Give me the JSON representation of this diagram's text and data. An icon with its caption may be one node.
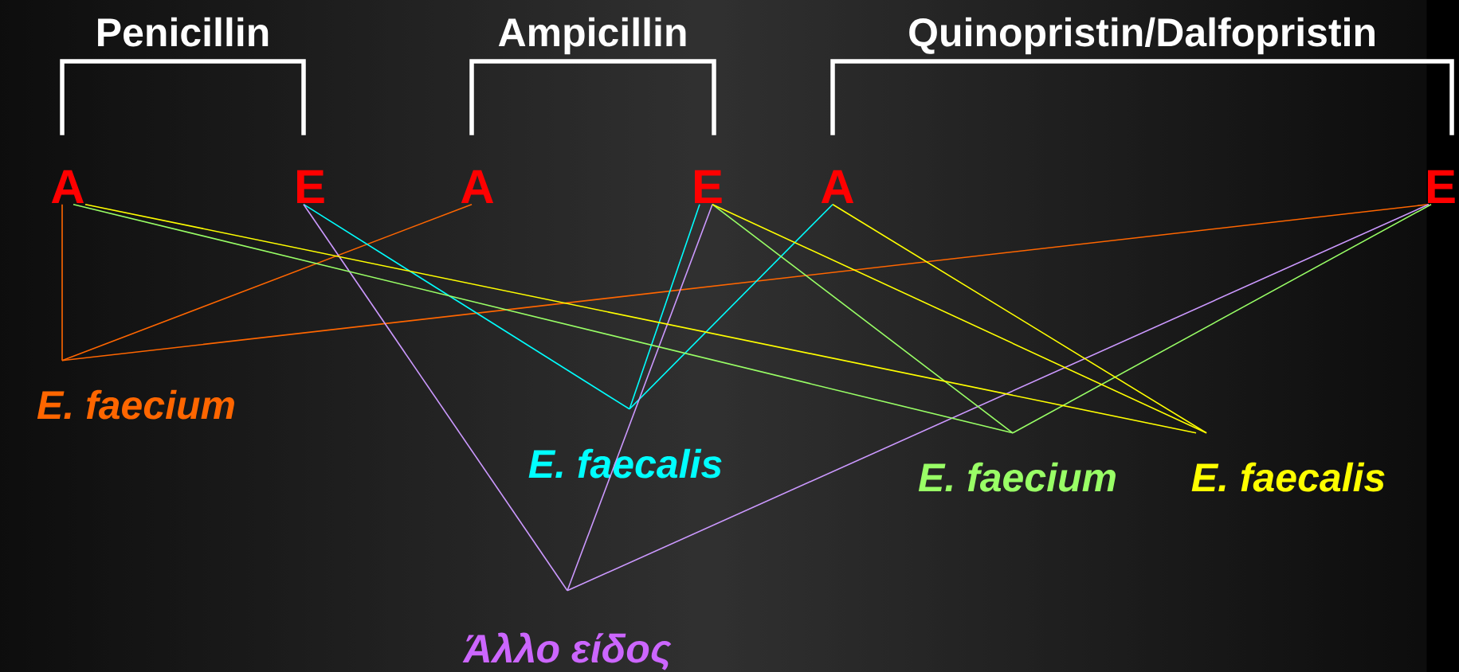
{
  "diagram": {
    "nodes": [
      {
        "text": [
          "A"
        ]
      },
      {
        "text": [
          "E"
        ]
      },
      {
        "text": [
          "A"
        ]
      },
      {
        "text": [
          "E"
        ]
      },
      {
        "text": [
          "A"
        ]
      },
      {
        "text": [
          "E"
        ]
      },
      {
        "text": [
          "E. faecium"
        ]
      },
      {
        "text": [
          "E. faecalis"
        ]
      },
      {
        "text": [
          "E. faecium"
        ]
      },
      {
        "text": [
          "E. faecalis"
        ]
      },
      {
        "text": [
          "Άλλο είδος"
        ]
      }
    ],
    "edges": [
      {
        "from": 6,
        "to": 0,
        "arrow": "none",
        "color": "#ff6600"
      },
      {
        "from": 6,
        "to": 2,
        "arrow": "none",
        "color": "#ff6600"
      },
      {
        "from": 6,
        "to": 5,
        "arrow": "none",
        "color": "#ff6600"
      },
      {
        "from": 7,
        "to": 1,
        "arrow": "none",
        "color": "#00ffff"
      },
      {
        "from": 7,
        "to": 3,
        "arrow": "none",
        "color": "#00ffff"
      },
      {
        "from": 7,
        "to": 4,
        "arrow": "none",
        "color": "#00ffff"
      },
      {
        "from": 10,
        "to": 1,
        "arrow": "none",
        "color": "#cc99ff"
      },
      {
        "from": 10,
        "to": 3,
        "arrow": "none",
        "color": "#cc99ff"
      },
      {
        "from": 10,
        "to": 5,
        "arrow": "none",
        "color": "#cc99ff"
      },
      {
        "from": 8,
        "to": 0,
        "arrow": "none",
        "color": "#99ff66"
      },
      {
        "from": 8,
        "to": 3,
        "arrow": "none",
        "color": "#99ff66"
      },
      {
        "from": 8,
        "to": 5,
        "arrow": "none",
        "color": "#99ff66"
      },
      {
        "from": 9,
        "to": 0,
        "arrow": "none",
        "color": "#ffff00"
      },
      {
        "from": 9,
        "to": 3,
        "arrow": "none",
        "color": "#ffff00"
      },
      {
        "from": 9,
        "to": 4,
        "arrow": "none",
        "color": "#ffff00"
      }
    ],
    "labels": [
      "Penicillin",
      "Ampicillin",
      "Quinopristin/Dalfopristin"
    ]
  }
}
